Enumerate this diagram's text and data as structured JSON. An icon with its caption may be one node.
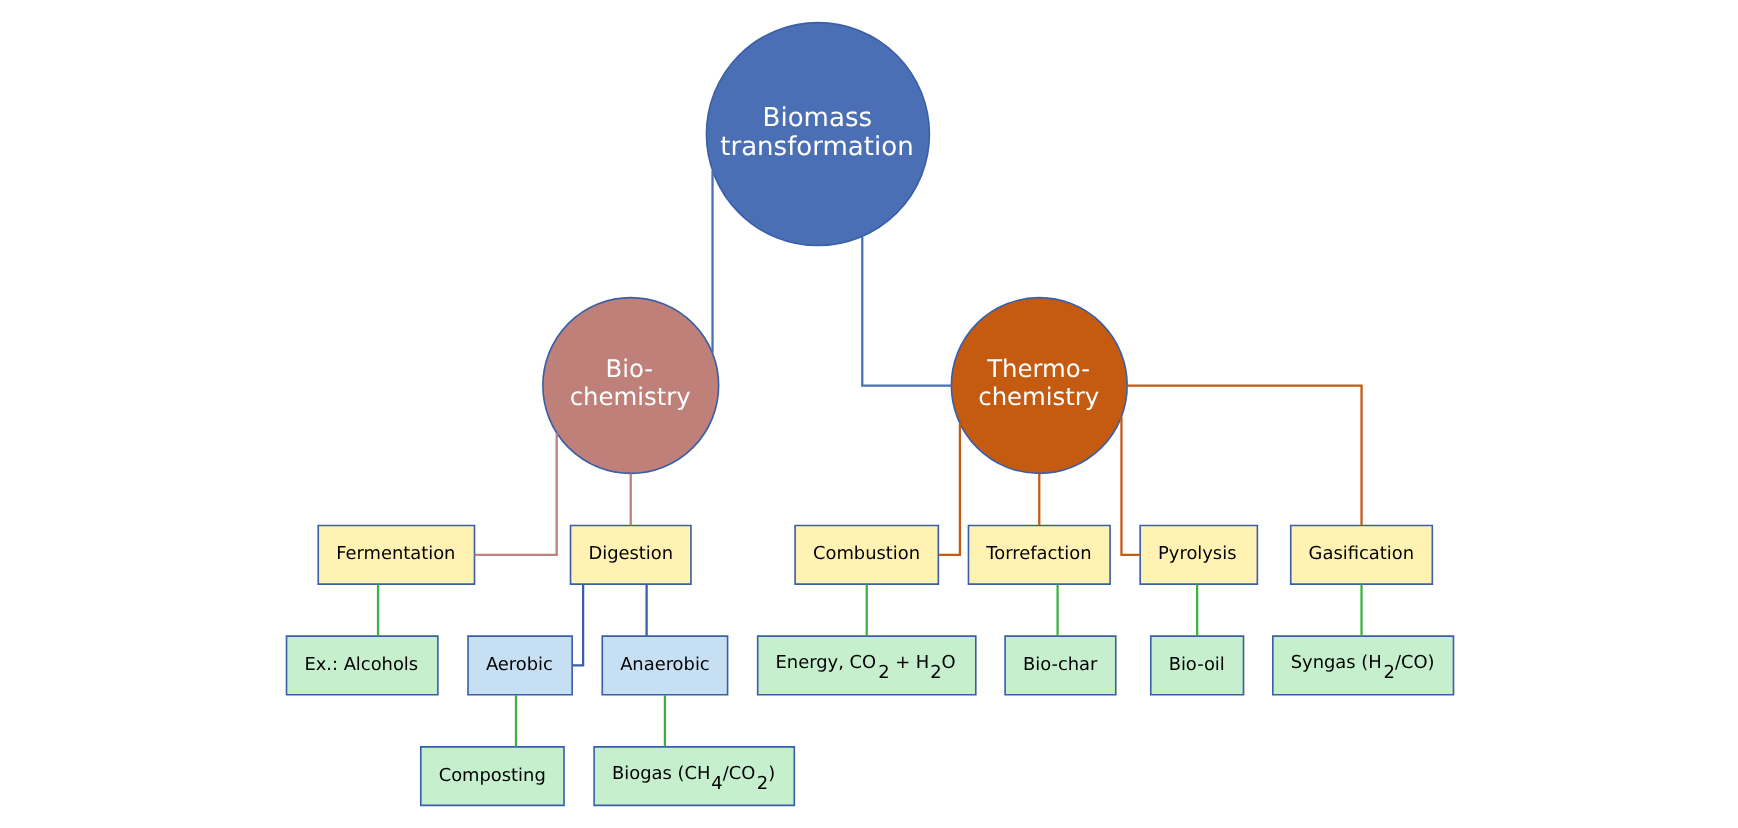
{
  "diagram": {
    "nodes": [
      {
        "text": [
          "Biomass transformation"
        ]
      },
      {
        "text": [
          "Bio-chemistry"
        ]
      },
      {
        "text": [
          "Thermo-chemistry"
        ]
      },
      {
        "text": [
          "Fermentation"
        ]
      },
      {
        "text": [
          "Ex.: Alcohols"
        ]
      },
      {
        "text": [
          "Digestion"
        ]
      },
      {
        "text": [
          "Aerobic"
        ]
      },
      {
        "text": [
          "Composting"
        ]
      },
      {
        "text": [
          "Anaerobic"
        ]
      },
      {
        "text": [
          "Biogas (CH$_{4}$/CO$_{2}$)"
        ]
      },
      {
        "text": [
          "Combustion"
        ]
      },
      {
        "text": [
          "Energy, CO$_{2}$ + H$_{2}$O"
        ]
      },
      {
        "text": [
          "Torrefaction"
        ]
      },
      {
        "text": [
          "Bio-char"
        ]
      },
      {
        "text": [
          "Pyrolysis"
        ]
      },
      {
        "text": [
          "Bio-oil"
        ]
      },
      {
        "text": [
          "Gasification"
        ]
      },
      {
        "text": [
          "Syngas (H$_{2}$/CO)"
        ]
      }
    ],
    "edges": [
      {
        "from": 0,
        "to": 1,
        "arrow": "none",
        "color": "#4a6fb5"
      },
      {
        "from": 0,
        "to": 2,
        "arrow": "none",
        "color": "#4a6fb5"
      },
      {
        "from": 1,
        "to": 3,
        "arrow": "none",
        "color": "#c0807a"
      },
      {
        "from": 1,
        "to": 5,
        "arrow": "none",
        "color": "#c0807a"
      },
      {
        "from": 3,
        "to": 4,
        "arrow": "none"
      },
      {
        "from": 5,
        "to": 6,
        "arrow": "none",
        "color": "#3a5fa8"
      },
      {
        "from": 5,
        "to": 8,
        "arrow": "none",
        "color": "#3a5fa8"
      },
      {
        "from": 6,
        "to": 7,
        "arrow": "none"
      },
      {
        "from": 8,
        "to": 9,
        "arrow": "none"
      },
      {
        "from": 2,
        "to": 10,
        "arrow": "none",
        "color": "#c55a11"
      },
      {
        "from": 2,
        "to": 12,
        "arrow": "none",
        "color": "#c55a11"
      },
      {
        "from": 2,
        "to": 14,
        "arrow": "none",
        "color": "#c55a11"
      },
      {
        "from": 2,
        "to": 16,
        "arrow": "none",
        "color": "#c55a11"
      },
      {
        "from": 10,
        "to": 11,
        "arrow": "none"
      },
      {
        "from": 12,
        "to": 13,
        "arrow": "none"
      },
      {
        "from": 14,
        "to": 15,
        "arrow": "none"
      },
      {
        "from": 16,
        "to": 17,
        "arrow": "none"
      }
    ]
  }
}
